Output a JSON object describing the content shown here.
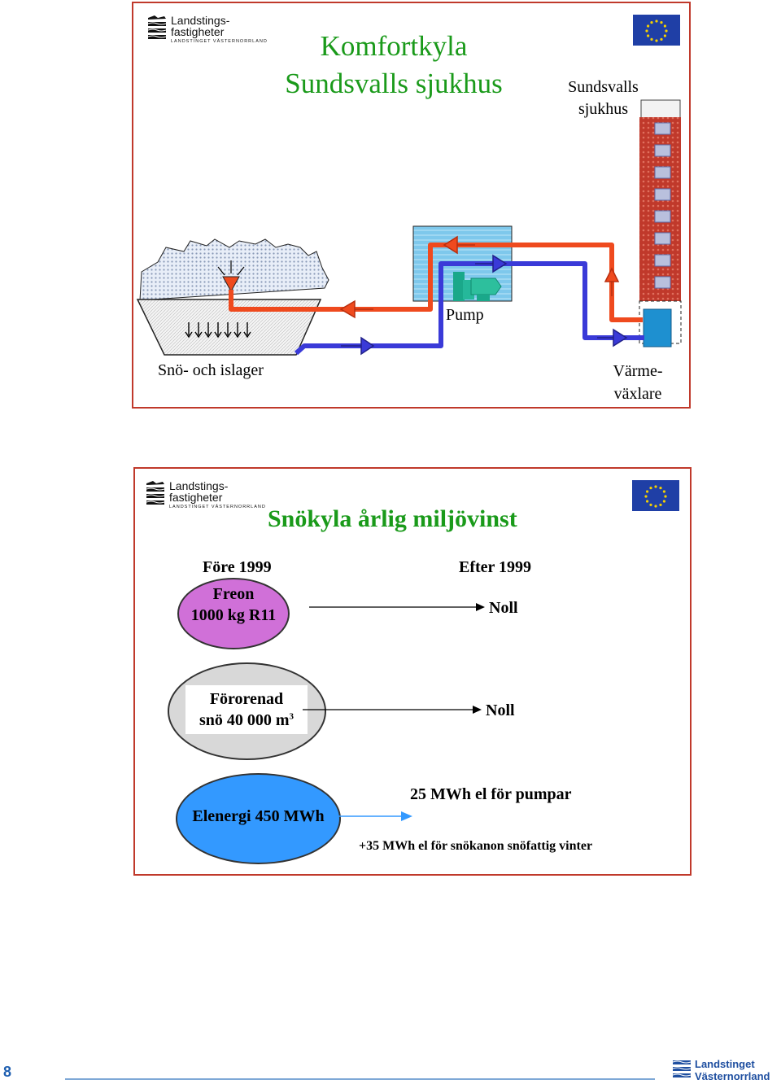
{
  "slide1": {
    "logo": {
      "line1": "Landstings-",
      "line2": "fastigheter",
      "line3": "LANDSTINGET VÄSTERNORRLAND"
    },
    "title_line1": "Komfortkyla",
    "title_line2": "Sundsvalls sjukhus",
    "hospital_label_line1": "Sundsvalls",
    "hospital_label_line2": "sjukhus",
    "pump_label": "Pump",
    "storage_label": "Snö- och islager",
    "exchanger_label_line1": "Värme-",
    "exchanger_label_line2": "växlare",
    "colors": {
      "hot_pipe": "#ef4a1e",
      "cold_pipe": "#3a3ad8",
      "building": "#c0392b"
    }
  },
  "slide2": {
    "logo": {
      "line1": "Landstings-",
      "line2": "fastigheter",
      "line3": "LANDSTINGET VÄSTERNORRLAND"
    },
    "title": "Snökyla årlig miljövinst",
    "before_header": "Före 1999",
    "after_header": "Efter 1999",
    "row1": {
      "before_line1": "Freon",
      "before_line2": "1000 kg  R11",
      "after": "Noll",
      "color": "#d070d8"
    },
    "row2": {
      "before_line1": "Förorenad",
      "before_line2": "snö 40 000 m",
      "before_sup": "3",
      "after": "Noll",
      "color": "#d8d8d8"
    },
    "row3": {
      "before": "Elenergi 450 MWh",
      "after_line1": "25 MWh el för pumpar",
      "after_line2": "+35 MWh el för snökanon snöfattig vinter",
      "color": "#3399ff"
    }
  },
  "footer": {
    "page_number": "8",
    "logo_line1": "Landstinget",
    "logo_line2": "Västernorrland"
  }
}
